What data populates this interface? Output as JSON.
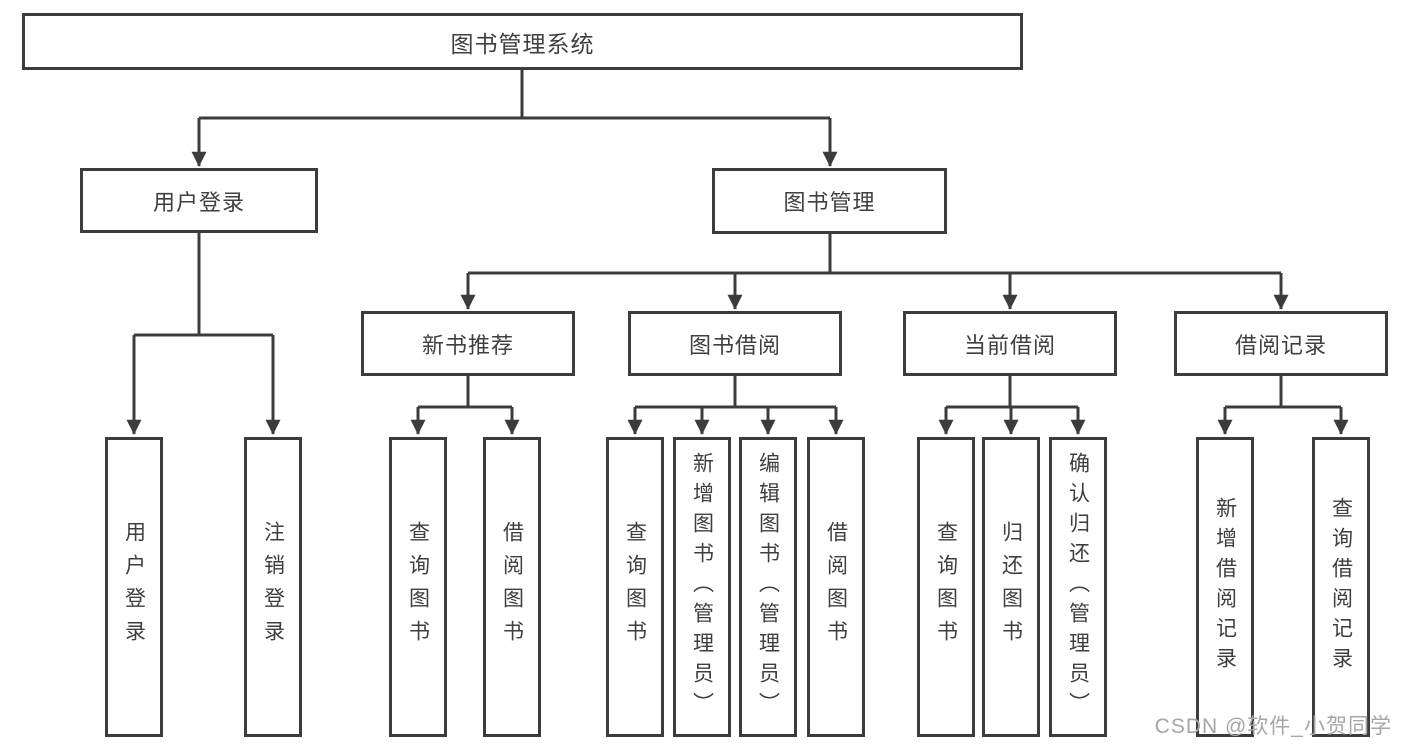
{
  "diagram": {
    "root": "图书管理系统",
    "level2": {
      "user_login": "用户登录",
      "book_mgmt": "图书管理"
    },
    "level3": {
      "new_rec": "新书推荐",
      "borrow": "图书借阅",
      "current": "当前借阅",
      "records": "借阅记录"
    },
    "leaves": {
      "user_login": [
        "用户登录",
        "注销登录"
      ],
      "new_rec": [
        "查询图书",
        "借阅图书"
      ],
      "borrow": [
        "查询图书",
        "新增图书（管理员）",
        "编辑图书（管理员）",
        "借阅图书"
      ],
      "current": [
        "查询图书",
        "归还图书",
        "确认归还（管理员）"
      ],
      "records": [
        "新增借阅记录",
        "查询借阅记录"
      ]
    }
  },
  "watermark": "CSDN @软件_小贺同学",
  "colors": {
    "line": "#3c3c3c",
    "text": "#3f3f3f",
    "box_background": "#ffffff",
    "watermark": "#a6a6a6"
  }
}
